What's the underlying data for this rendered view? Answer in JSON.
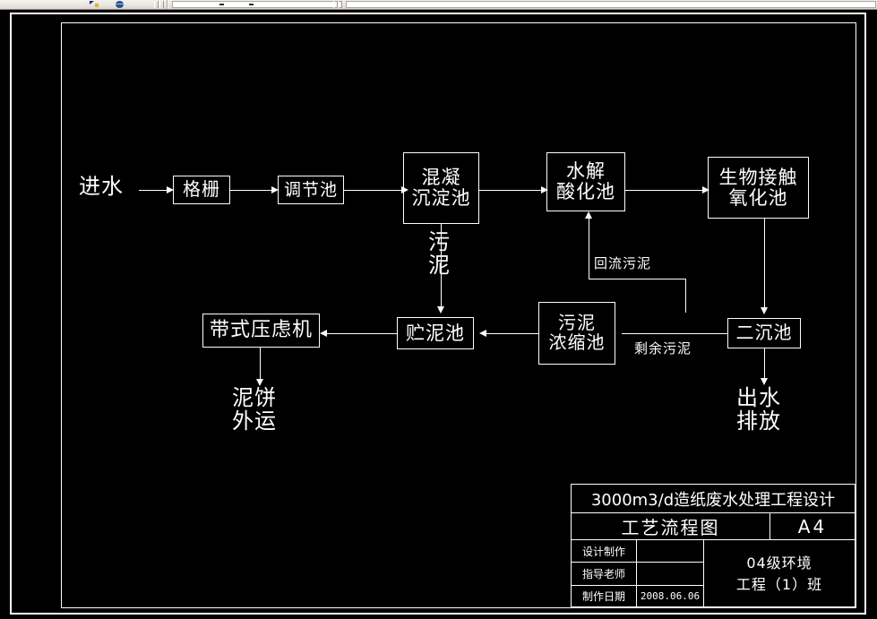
{
  "app": {
    "toolbar_visible": true,
    "canvas_background": "#000000",
    "line_color": "#ffffff"
  },
  "diagram": {
    "title": "工艺流程图",
    "nodes": {
      "inflow": "进水",
      "grate": "格栅",
      "regulating_tank": "调节池",
      "coagulation_line1": "混凝",
      "coagulation_line2": "沉淀池",
      "hydrolysis_line1": "水解",
      "hydrolysis_line2": "酸化池",
      "biocontact_line1": "生物接触",
      "biocontact_line2": "氧化池",
      "belt_filter_press": "带式压虑机",
      "sludge_storage_tank": "贮泥池",
      "sludge_thickener_line1": "污泥",
      "sludge_thickener_line2": "浓缩池",
      "secondary_settling_tank": "二沉池"
    },
    "edge_labels": {
      "sludge_line1": "污",
      "sludge_line2": "泥",
      "return_sludge": "回流污泥",
      "excess_sludge": "剩余污泥"
    },
    "outputs": {
      "mud_cake_line1": "泥饼",
      "mud_cake_line2": "外运",
      "effluent_line1": "出水",
      "effluent_line2": "排放"
    }
  },
  "title_block": {
    "project_title": "3000m3/d造纸废水处理工程设计",
    "drawing_name": "工艺流程图",
    "paper_size": "A4",
    "rows": [
      {
        "key": "设计制作",
        "value": ""
      },
      {
        "key": "指导老师",
        "value": ""
      },
      {
        "key": "制作日期",
        "value": "2008.06.06"
      }
    ],
    "class_line1": "04级环境",
    "class_line2": "工程（1）班"
  }
}
